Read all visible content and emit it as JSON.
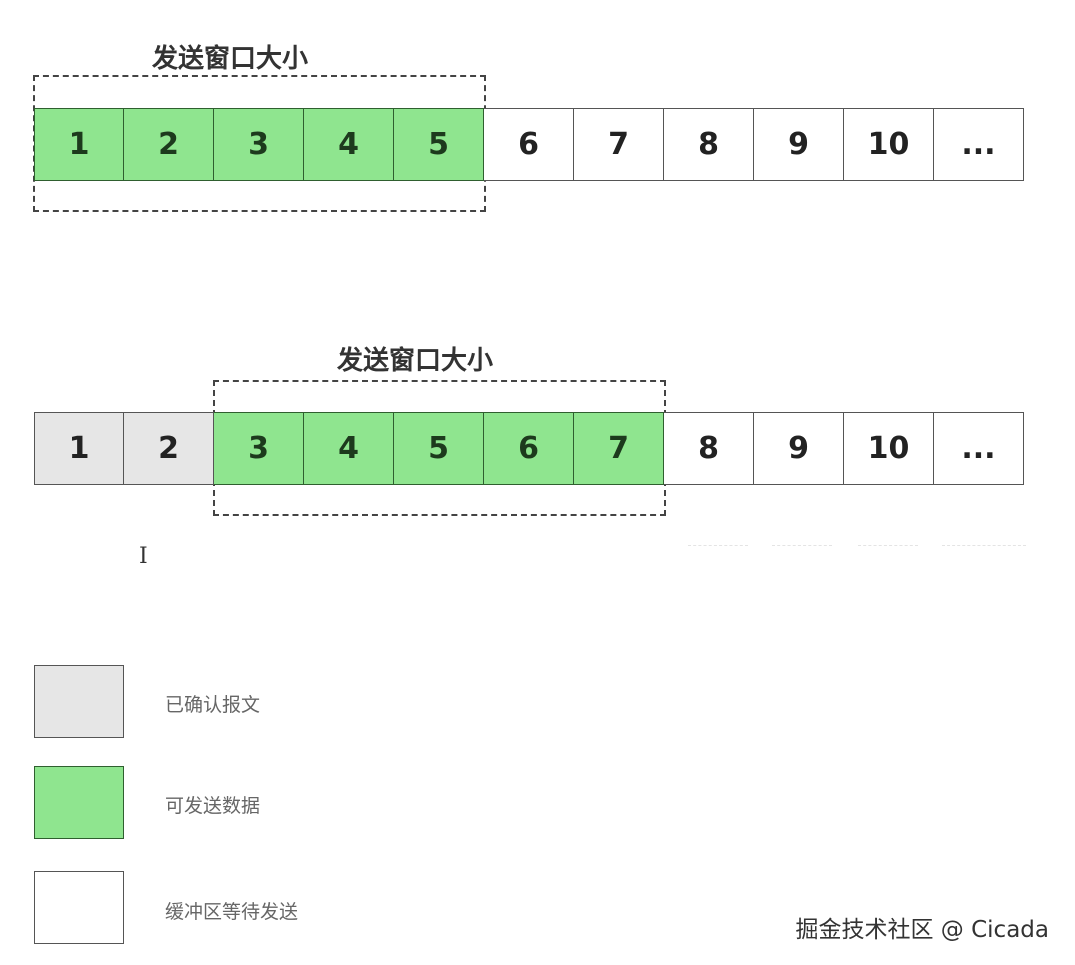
{
  "diagrams": [
    {
      "window_title": "发送窗口大小",
      "cells": [
        {
          "label": "1",
          "state": "sendable"
        },
        {
          "label": "2",
          "state": "sendable"
        },
        {
          "label": "3",
          "state": "sendable"
        },
        {
          "label": "4",
          "state": "sendable"
        },
        {
          "label": "5",
          "state": "sendable"
        },
        {
          "label": "6",
          "state": "waiting"
        },
        {
          "label": "7",
          "state": "waiting"
        },
        {
          "label": "8",
          "state": "waiting"
        },
        {
          "label": "9",
          "state": "waiting"
        },
        {
          "label": "10",
          "state": "waiting"
        },
        {
          "label": "...",
          "state": "waiting"
        }
      ],
      "window_range": [
        1,
        5
      ]
    },
    {
      "window_title": "发送窗口大小",
      "cells": [
        {
          "label": "1",
          "state": "acked"
        },
        {
          "label": "2",
          "state": "acked"
        },
        {
          "label": "3",
          "state": "sendable"
        },
        {
          "label": "4",
          "state": "sendable"
        },
        {
          "label": "5",
          "state": "sendable"
        },
        {
          "label": "6",
          "state": "sendable"
        },
        {
          "label": "7",
          "state": "sendable"
        },
        {
          "label": "8",
          "state": "waiting"
        },
        {
          "label": "9",
          "state": "waiting"
        },
        {
          "label": "10",
          "state": "waiting"
        },
        {
          "label": "...",
          "state": "waiting"
        }
      ],
      "window_range": [
        3,
        7
      ]
    }
  ],
  "legend": [
    {
      "state": "acked",
      "label": "已确认报文",
      "color": "#e6e6e6"
    },
    {
      "state": "sendable",
      "label": "可发送数据",
      "color": "#8fe58f"
    },
    {
      "state": "waiting",
      "label": "缓冲区等待发送",
      "color": "#ffffff"
    }
  ],
  "watermark": "掘金技术社区 @ Cicada"
}
